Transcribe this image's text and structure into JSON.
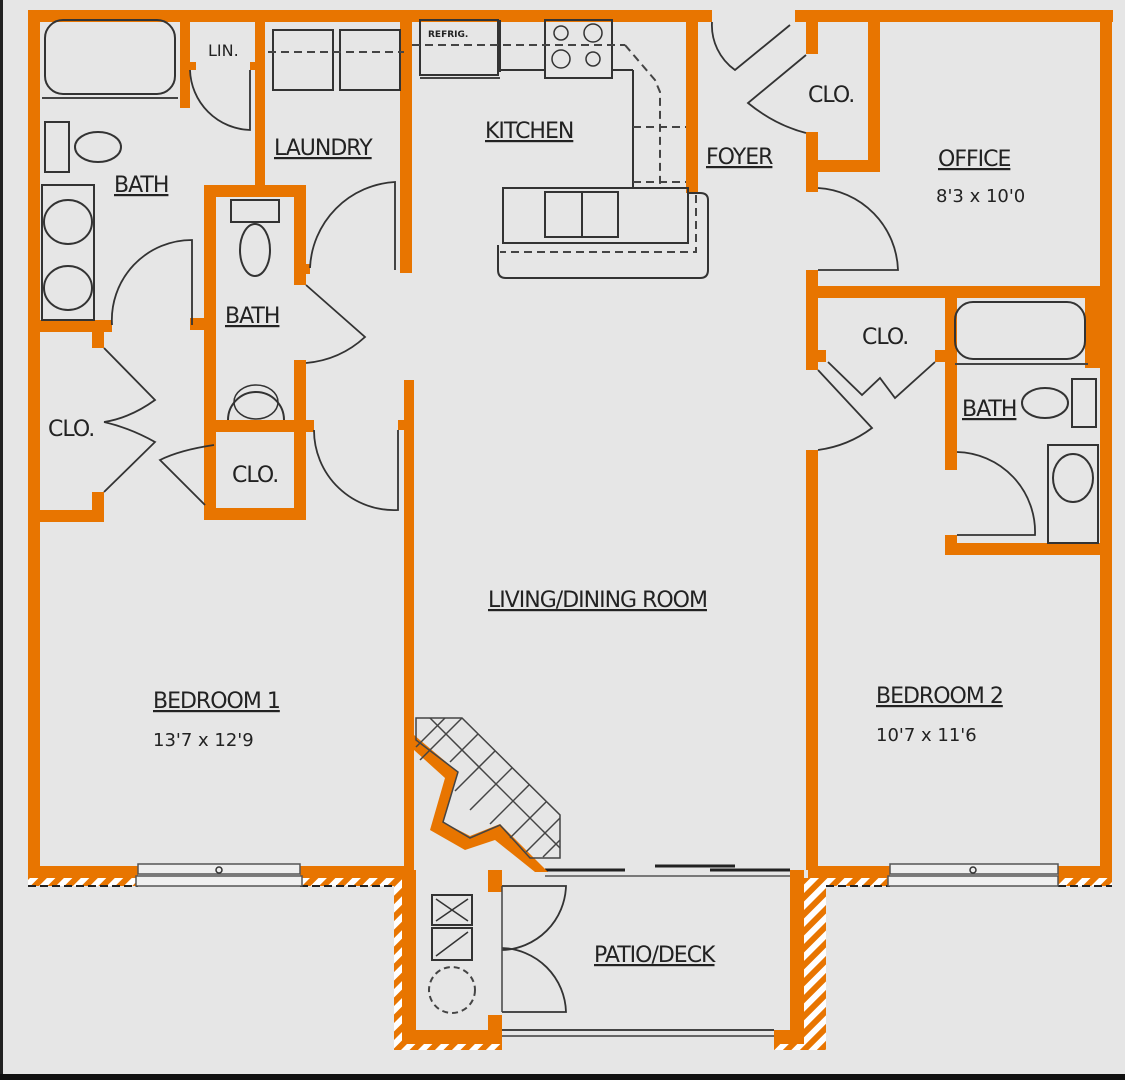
{
  "plan": {
    "colors": {
      "wall": "#e87500",
      "background": "#e6e6e6",
      "line": "#333333"
    },
    "rooms": {
      "bath_master": {
        "label": "BATH"
      },
      "linen": {
        "label": "LIN."
      },
      "laundry": {
        "label": "LAUNDRY"
      },
      "refrigerator": {
        "label": "REFRIG."
      },
      "kitchen": {
        "label": "KITCHEN"
      },
      "foyer": {
        "label": "FOYER"
      },
      "closet_foyer": {
        "label": "CLO."
      },
      "office": {
        "label": "OFFICE",
        "dimensions": "8'3 x 10'0"
      },
      "bath_hall": {
        "label": "BATH"
      },
      "closet_bed1_a": {
        "label": "CLO."
      },
      "closet_bed1_b": {
        "label": "CLO."
      },
      "closet_bed2": {
        "label": "CLO."
      },
      "bath_bed2": {
        "label": "BATH"
      },
      "living_dining": {
        "label": "LIVING/DINING ROOM"
      },
      "bedroom1": {
        "label": "BEDROOM 1",
        "dimensions": "13'7 x 12'9"
      },
      "bedroom2": {
        "label": "BEDROOM 2",
        "dimensions": "10'7 x 11'6"
      },
      "patio": {
        "label": "PATIO/DECK"
      }
    }
  }
}
